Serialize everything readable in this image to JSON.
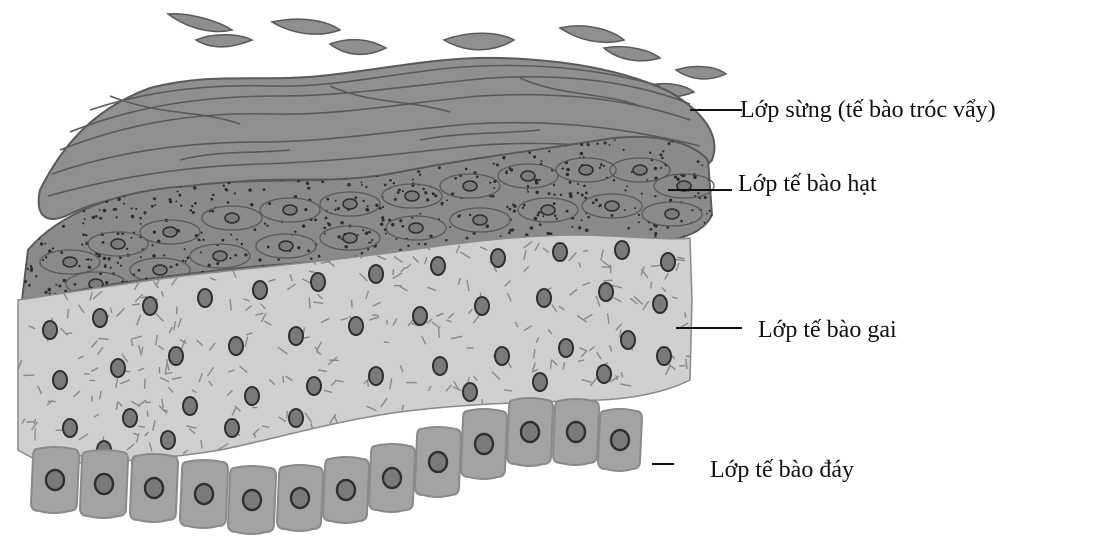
{
  "labels": {
    "stratum_corneum": "Lớp sừng (tế bào tróc vẩy)",
    "stratum_granulosum": "Lớp tế bào hạt",
    "stratum_spinosum": "Lớp tế bào gai",
    "stratum_basale": "Lớp tế bào đáy"
  },
  "colors": {
    "corneum_fill": "#8f8f8f",
    "corneum_stroke": "#5a5a5a",
    "granulosum_fill": "#8a8a8a",
    "granule_dot": "#2e2e2e",
    "spinosum_fill": "#cfcfcf",
    "spinosum_stroke": "#8a8a8a",
    "basale_fill": "#a3a3a3",
    "nucleus_fill": "#7a7a7a",
    "nucleus_stroke": "#2f2f2f",
    "leader_line": "#111111"
  }
}
